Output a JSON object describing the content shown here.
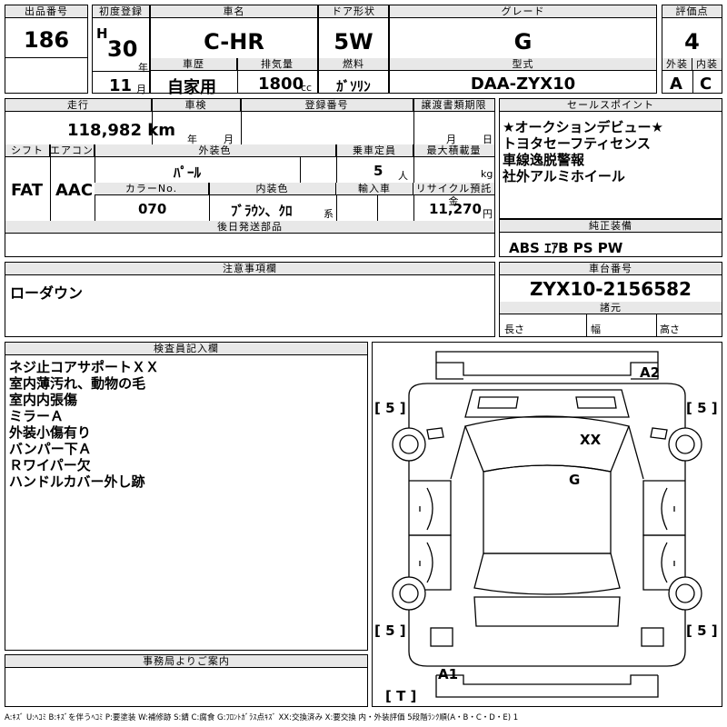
{
  "lot": {
    "label": "出品番号",
    "value": "186"
  },
  "first_reg": {
    "label": "初度登録",
    "era": "H",
    "year": "30",
    "year_unit": "年",
    "month": "11",
    "month_unit": "月"
  },
  "car_name": {
    "label": "車名",
    "value": "C-HR"
  },
  "door": {
    "label": "ドア形状",
    "value": "5W"
  },
  "grade": {
    "label": "グレード",
    "value": "G"
  },
  "score": {
    "label": "評価点",
    "value": "4"
  },
  "history": {
    "label": "車歴",
    "value": "自家用"
  },
  "displacement": {
    "label": "排気量",
    "value": "1800",
    "unit": "cc"
  },
  "fuel": {
    "label": "燃料",
    "value": "ｶﾞｿﾘﾝ"
  },
  "model": {
    "label": "型式",
    "value": "DAA-ZYX10"
  },
  "exterior": {
    "label": "外装",
    "value": "A"
  },
  "interior": {
    "label": "内装",
    "value": "C"
  },
  "mileage": {
    "label": "走行",
    "value": "118,982 km"
  },
  "inspection": {
    "label": "車検",
    "year_unit": "年",
    "month_unit": "月"
  },
  "registration": {
    "label": "登録番号"
  },
  "transfer": {
    "label": "譲渡書類期限",
    "month_unit": "月",
    "day_unit": "日"
  },
  "sales_points": {
    "label": "セールスポイント",
    "items": [
      "★オークションデビュー★",
      "トヨタセーフティセンス",
      "車線逸脱警報",
      "社外アルミホイール"
    ]
  },
  "shift": {
    "label": "シフト",
    "value": "FAT"
  },
  "aircon": {
    "label": "エアコン",
    "value": "AAC"
  },
  "ext_color": {
    "label": "外装色",
    "value": "ﾊﾟｰﾙ"
  },
  "capacity": {
    "label": "乗車定員",
    "value": "5",
    "unit": "人"
  },
  "max_load": {
    "label": "最大積載量",
    "unit": "kg"
  },
  "color_no": {
    "label": "カラーNo.",
    "value": "070"
  },
  "int_color": {
    "label": "内装色",
    "value": "ﾌﾞﾗｳﾝ、ｸﾛ",
    "unit": "系"
  },
  "import": {
    "label": "輸入車"
  },
  "recycle": {
    "label": "リサイクル預託金",
    "value": "11,270",
    "unit": "円"
  },
  "later_parts": {
    "label": "後日発送部品"
  },
  "equipment": {
    "label": "純正装備",
    "value": "ABS ｴｱB PS PW"
  },
  "caution": {
    "label": "注意事項欄",
    "value": "ローダウン"
  },
  "chassis": {
    "label": "車台番号",
    "value": "ZYX10-2156582"
  },
  "specs": {
    "label": "諸元",
    "length": "長さ",
    "width": "幅",
    "height": "高さ"
  },
  "inspector": {
    "label": "検査員記入欄",
    "items": [
      "ネジ止コアサポートＸＸ",
      "室内薄汚れ、動物の毛",
      "室内内張傷",
      "ミラーＡ",
      "外装小傷有り",
      "バンパー下Ａ",
      "Ｒワイパー欠",
      "ハンドルカバー外し跡"
    ]
  },
  "office": {
    "label": "事務局よりご案内"
  },
  "diagram": {
    "a2": "A2",
    "xx": "XX",
    "g": "G",
    "a1": "A1",
    "t": "[ T ]",
    "tire_fl": "[ 5 ]",
    "tire_fr": "[ 5 ]",
    "tire_rl": "[ 5 ]",
    "tire_rr": "[ 5 ]"
  },
  "legend": "A:ｷｽﾞ U:ﾍｺﾐ B:ｷｽﾞを伴うﾍｺﾐ P:要塗装 W:補修跡 S:錆 C:腐食 G:ﾌﾛﾝﾄｶﾞﾗｽ点ｷｽﾞ XX:交換済み X:要交換 内・外装評価 5段階ﾗﾝｸ順(A・B・C・D・E) 1"
}
